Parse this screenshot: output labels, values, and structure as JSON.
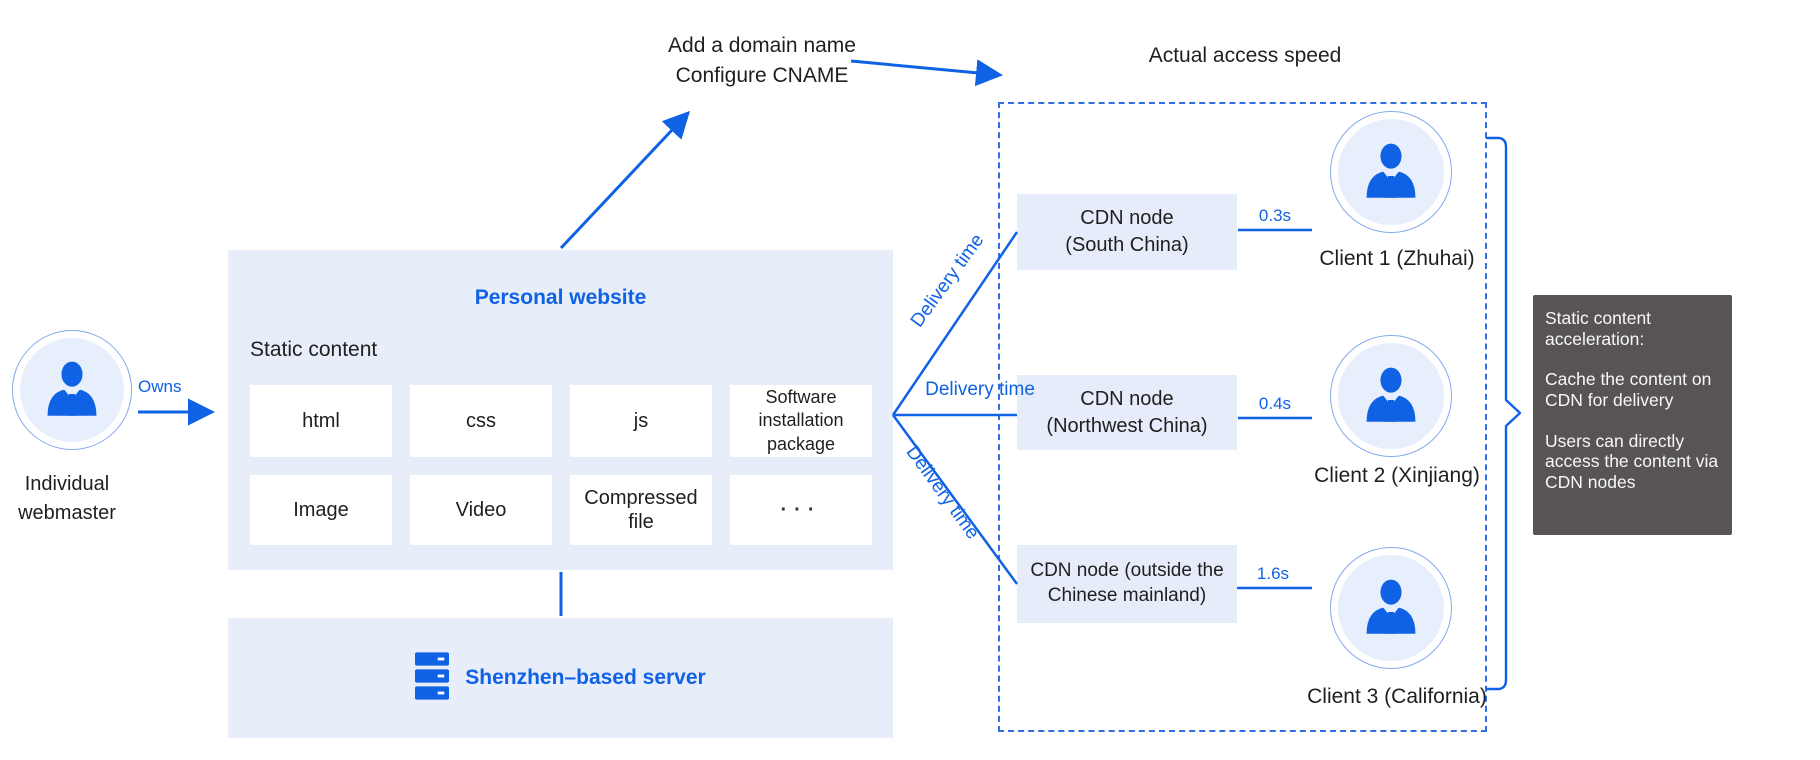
{
  "colors": {
    "accent": "#1062e5",
    "panel_fill": "#e8edfa",
    "node_fill": "#e7ecfa",
    "callout_bg": "#585454",
    "dashed_border": "#2f6ee3"
  },
  "webmaster": {
    "label": "Individual webmaster",
    "owns": "Owns"
  },
  "website": {
    "title": "Personal website",
    "subtitle": "Static content",
    "items": [
      "html",
      "css",
      "js",
      "Software installation package",
      "Image",
      "Video",
      "Compressed file",
      "···"
    ],
    "server": "Shenzhen–based server"
  },
  "domain_note": {
    "line1": "Add a domain name",
    "line2": "Configure CNAME"
  },
  "access": {
    "title": "Actual access speed",
    "delivery_label": "Delivery time",
    "nodes": [
      {
        "line1": "CDN node",
        "line2": "(South China)",
        "time": "0.3s",
        "client": "Client 1 (Zhuhai)"
      },
      {
        "line1": "CDN node",
        "line2": "(Northwest China)",
        "time": "0.4s",
        "client": "Client 2 (Xinjiang)"
      },
      {
        "line1": "CDN node (outside the",
        "line2": "Chinese mainland)",
        "time": "1.6s",
        "client": "Client 3 (California)"
      }
    ]
  },
  "callout": {
    "p1": "Static content acceleration:",
    "p2": "Cache the content on CDN for delivery",
    "p3": "Users can directly access the content via CDN nodes"
  }
}
